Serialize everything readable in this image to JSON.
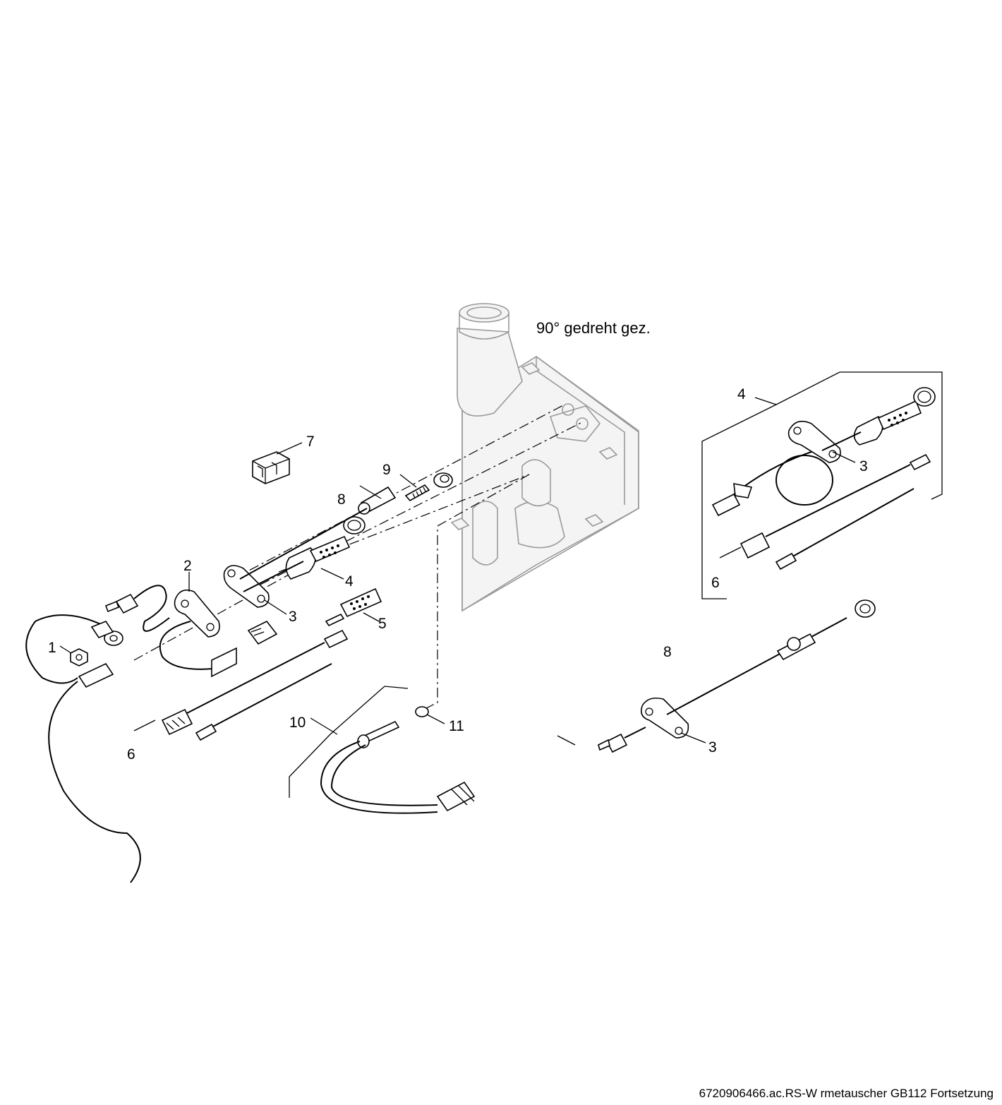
{
  "diagram": {
    "note": "90° gedreht gez.",
    "labels": [
      "1",
      "2",
      "3",
      "4",
      "5",
      "6",
      "7",
      "8",
      "9",
      "10",
      "11",
      "4",
      "3",
      "6",
      "8",
      "3"
    ]
  },
  "footer": "6720906466.ac.RS-W rmetauscher GB112 Fortsetzung"
}
